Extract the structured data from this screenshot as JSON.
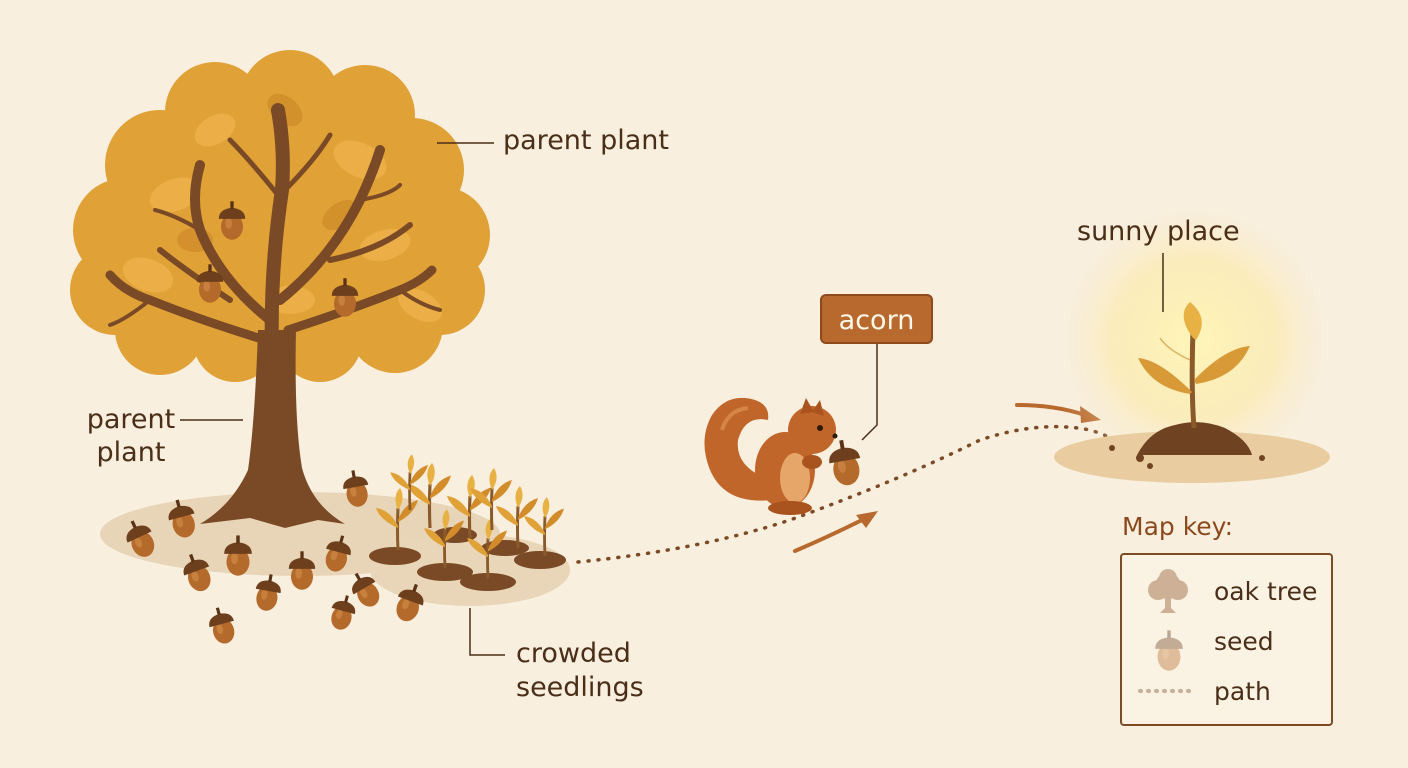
{
  "labels": {
    "parent_plant_top": "parent plant",
    "parent_plant_left_line1": "parent",
    "parent_plant_left_line2": "plant",
    "crowded_line1": "crowded",
    "crowded_line2": "seedlings",
    "sunny_place": "sunny place",
    "acorn": "acorn"
  },
  "map_key": {
    "title": "Map key:",
    "items": [
      {
        "label": "oak tree",
        "icon": "oak-tree-icon"
      },
      {
        "label": "seed",
        "icon": "acorn-icon"
      },
      {
        "label": "path",
        "icon": "dotted-path-icon"
      }
    ]
  },
  "colors": {
    "background": "#f8efdf",
    "foliage": "#e0a136",
    "trunk": "#7a4a26",
    "acorn": "#b46a2a",
    "label_box": "#b8692d",
    "path": "#7c4a25",
    "arrow": "#b8692d",
    "sun_glow": "#fff2a8"
  }
}
